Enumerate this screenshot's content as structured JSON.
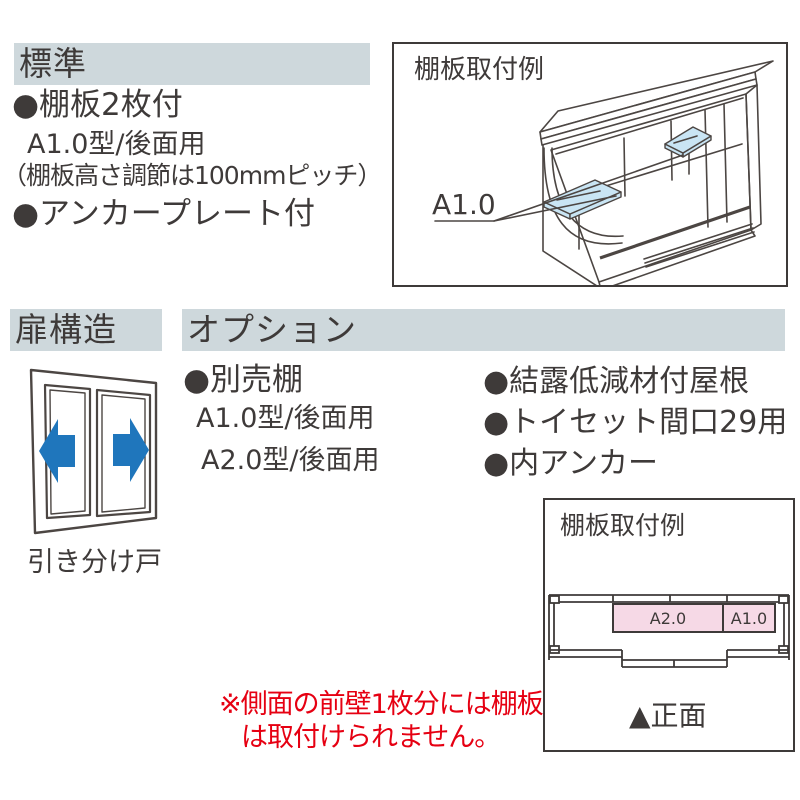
{
  "colors": {
    "header_bar_bg": "#ced8dc",
    "text": "#3e3a39",
    "note_red": "#e60012",
    "arrow_blue": "#1f76bc",
    "shelf_blue": "#c9e5f4",
    "shelf_pink": "#f6d9e6"
  },
  "standard": {
    "header": "標準",
    "item1": "●棚板2枚付",
    "item2": "A1.0型/後面用",
    "item3": "（棚板高さ調節は100mmピッチ）",
    "item4": "●アンカープレート付"
  },
  "iso_example": {
    "title": "棚板取付例",
    "label": "A1.0"
  },
  "door": {
    "header": "扉構造",
    "caption": "引き分け戸"
  },
  "options": {
    "header": "オプション",
    "item1": "●別売棚",
    "item2": "A1.0型/後面用",
    "item3": "A2.0型/後面用",
    "item4": "●結露低減材付屋根",
    "item5": "●トイセット間口29用",
    "item6": "●内アンカー"
  },
  "front_example": {
    "title": "棚板取付例",
    "shelf_wide": "A2.0",
    "shelf_narrow": "A1.0",
    "caption": "▲正面"
  },
  "note": {
    "line1": "※側面の前壁1枚分には棚板",
    "line2": "は取付けられません。"
  }
}
